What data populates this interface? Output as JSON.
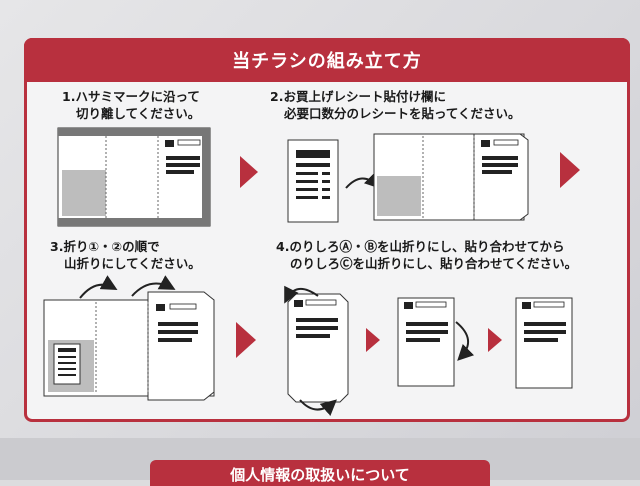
{
  "title": "当チラシの組み立て方",
  "steps": [
    {
      "line1": "1.ハサミマークに沿って",
      "line2": "切り離してください。"
    },
    {
      "line1": "2.お買上げレシート貼付け欄に",
      "line2": "必要口数分のレシートを貼ってください。"
    },
    {
      "line1": "3.折り①・②の順で",
      "line2": "山折りにしてください。"
    },
    {
      "line1": "4.のりしろⒶ・Ⓑを山折りにし、貼り合わせてから",
      "line2": "のりしろⒸを山折りにし、貼り合わせてください。"
    }
  ],
  "bottom_heading": "個人情報の取扱いについて",
  "colors": {
    "accent": "#b8303e",
    "shade": "#bdbdbd",
    "dark": "#222222"
  },
  "icons": [
    "arrow-right-icon",
    "curved-arrow-icon",
    "receipt-icon",
    "postcard-icon"
  ]
}
